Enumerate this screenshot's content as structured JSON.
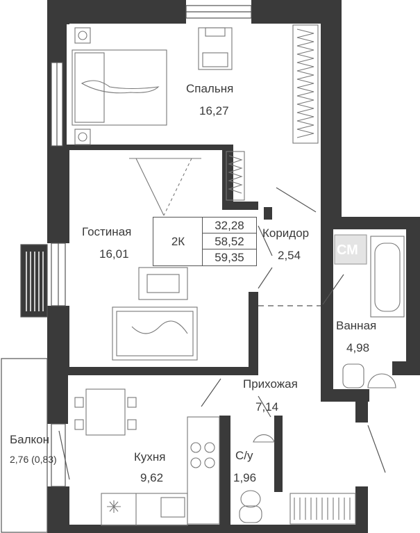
{
  "rooms": {
    "bedroom": {
      "name": "Спальня",
      "area": "16,27"
    },
    "living": {
      "name": "Гостиная",
      "area": "16,01"
    },
    "corridor": {
      "name": "Коридор",
      "area": "2,54"
    },
    "bathroom": {
      "name": "Ванная",
      "area": "4,98"
    },
    "hall": {
      "name": "Прихожая",
      "area": "7,14"
    },
    "kitchen": {
      "name": "Кухня",
      "area": "9,62"
    },
    "wc": {
      "name": "С/у",
      "area": "1,96"
    },
    "balcony": {
      "name": "Балкон",
      "area": "2,76 (0,83)"
    }
  },
  "summary": {
    "type": "2К",
    "areas": [
      "32,28",
      "58,52",
      "59,35"
    ]
  },
  "washer_mark": "СМ",
  "colors": {
    "wall": "#3a3a3a",
    "line": "#555555",
    "furniture": "#777777"
  }
}
